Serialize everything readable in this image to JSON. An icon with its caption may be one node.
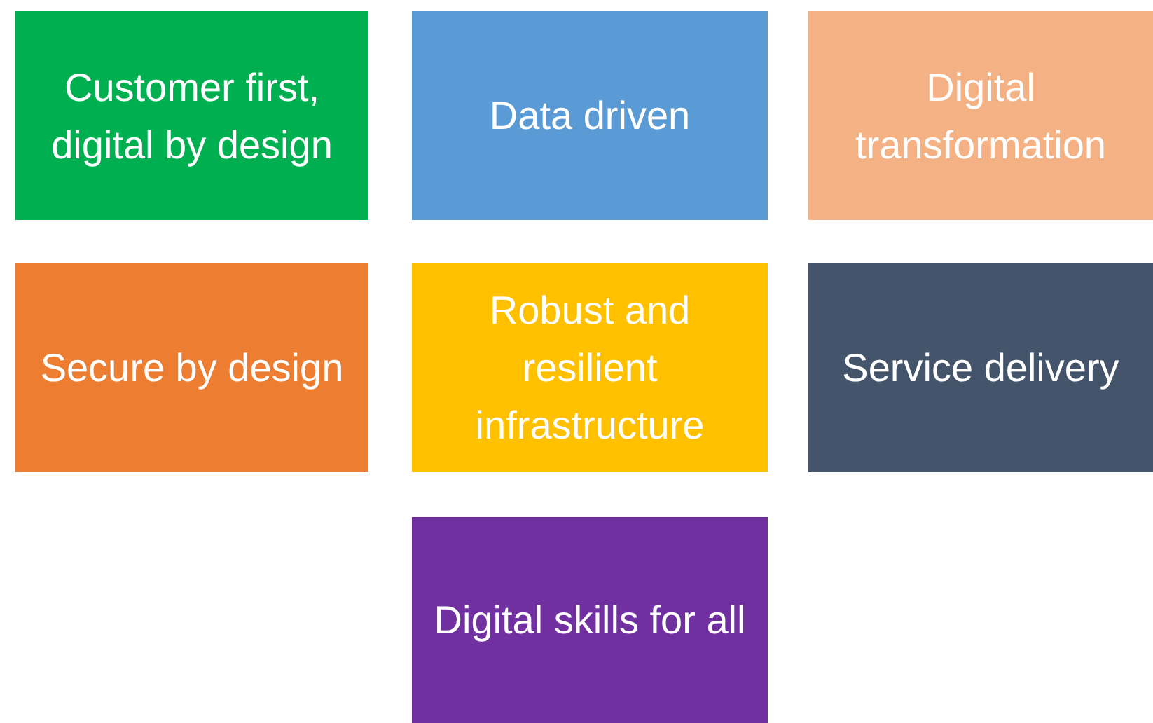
{
  "diagram": {
    "nodes": [
      {
        "text": [
          "Customer first, digital by design"
        ]
      },
      {
        "text": [
          "Data driven"
        ]
      },
      {
        "text": [
          "Digital transformation"
        ]
      },
      {
        "text": [
          "Secure by design"
        ]
      },
      {
        "text": [
          "Robust and resilient infrastructure"
        ]
      },
      {
        "text": [
          "Service delivery"
        ]
      },
      {
        "text": [
          "Digital skills for all"
        ]
      }
    ]
  }
}
